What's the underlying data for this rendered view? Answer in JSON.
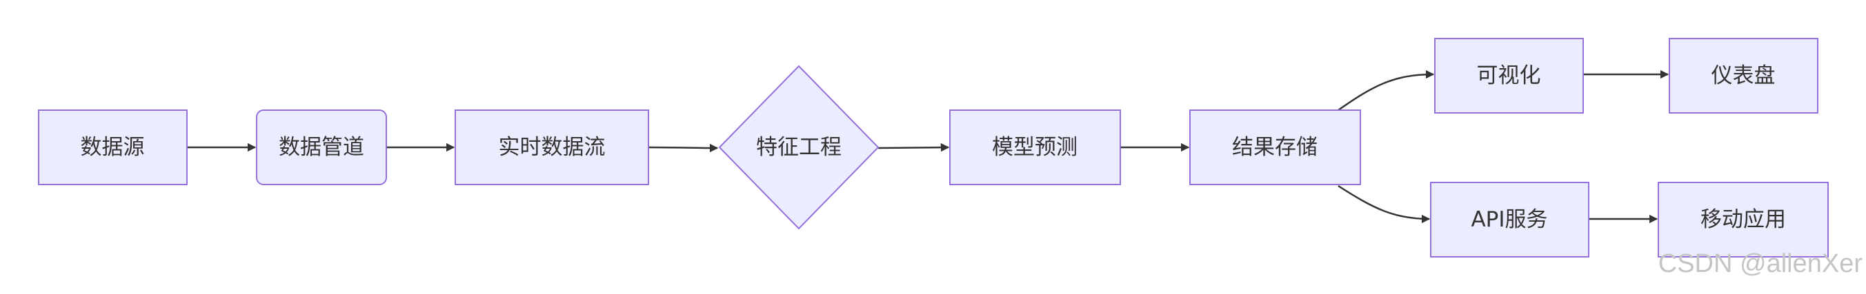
{
  "nodes": {
    "source": "数据源",
    "pipeline": "数据管道",
    "stream": "实时数据流",
    "feature": "特征工程",
    "model": "模型预测",
    "storage": "结果存储",
    "viz": "可视化",
    "dashboard": "仪表盘",
    "api": "API服务",
    "mobile": "移动应用"
  },
  "watermark": "CSDN @allenXer",
  "colors": {
    "node_fill": "#ececff",
    "node_stroke": "#9370db",
    "edge": "#333333"
  }
}
